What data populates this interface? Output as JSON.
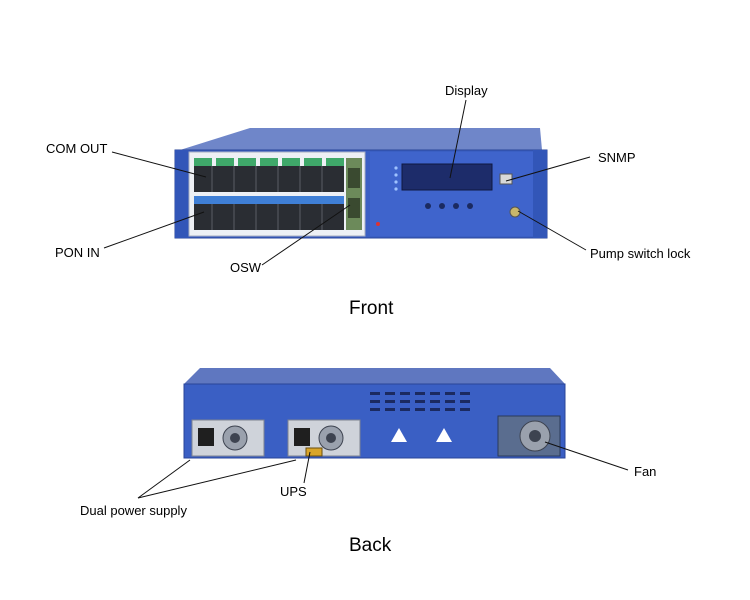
{
  "front": {
    "caption": "Front",
    "labels": {
      "display": "Display",
      "com_out": "COM OUT",
      "snmp": "SNMP",
      "pon_in": "PON IN",
      "osw": "OSW",
      "pump_switch_lock": "Pump switch lock"
    }
  },
  "back": {
    "caption": "Back",
    "labels": {
      "ups": "UPS",
      "dual_power_supply": "Dual power supply",
      "fan": "Fan"
    }
  },
  "colors": {
    "chassis_blue": "#3a5fc4",
    "chassis_dark": "#2a4699",
    "port_green": "#3fa86a",
    "port_blue": "#3f7fd6",
    "display_dark": "#1d2c6a"
  }
}
